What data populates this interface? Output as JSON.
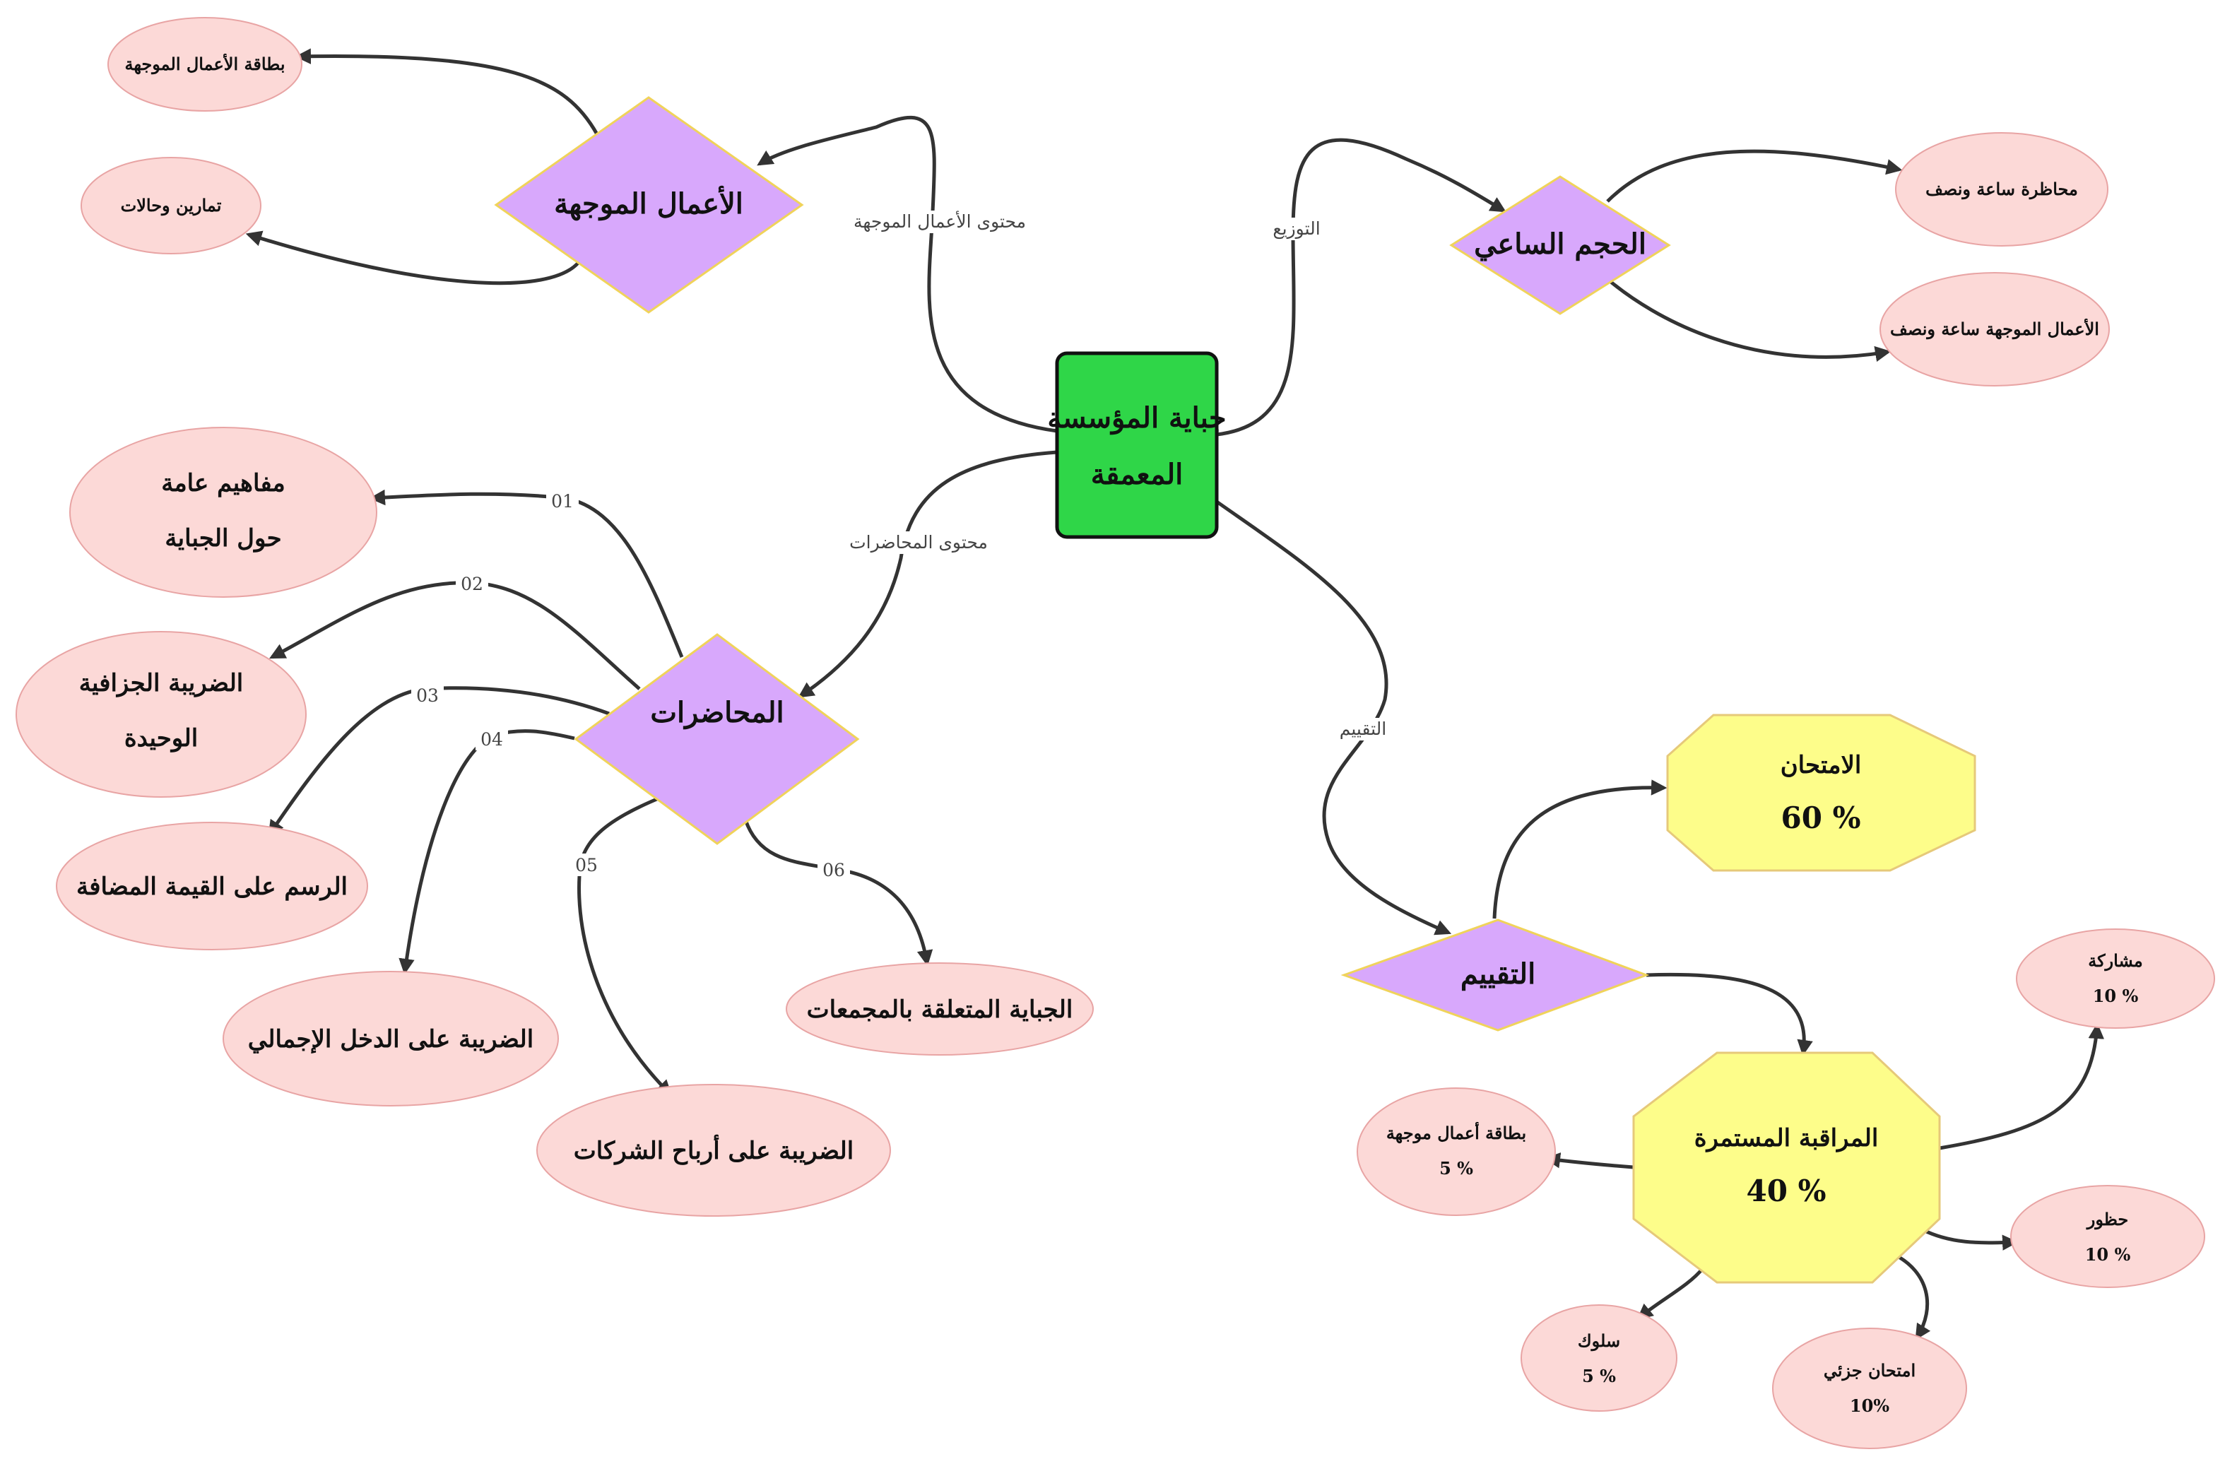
{
  "colors": {
    "root_fill": "#2fd648",
    "diamond_fill": "#d8a8fc",
    "diamond_stroke": "#f0d35a",
    "ellipse_fill": "#fcd9d7",
    "ellipse_stroke": "#e8a4a4",
    "octagon_fill": "#fdfd8a",
    "octagon_stroke": "#e6c97a",
    "edge": "#333333"
  },
  "root": {
    "line1": "جباية المؤسسة",
    "line2": "المعمقة"
  },
  "hubs": {
    "guided": "الأعمال الموجهة",
    "volume": "الحجم الساعي",
    "lectures": "المحاضرات",
    "evaluation": "التقييم"
  },
  "edge_labels": {
    "guided": "محتوى الأعمال الموجهة",
    "volume": "التوزيع",
    "lectures": "محتوى المحاضرات",
    "evaluation": "التقييم"
  },
  "guided_items": [
    "بطاقة الأعمال الموجهة",
    "تمارين وحالات"
  ],
  "volume_items": [
    "محاظرة ساعة ونصف",
    "الأعمال الموجهة  ساعة ونصف"
  ],
  "lectures": [
    {
      "num": "01",
      "line1": "مفاهيم عامة",
      "line2": "حول الجباية"
    },
    {
      "num": "02",
      "line1": "الضريبة الجزافية",
      "line2": "الوحيدة"
    },
    {
      "num": "03",
      "line1": "الرسم على القيمة المضافة",
      "line2": ""
    },
    {
      "num": "04",
      "line1": "الضريبة على الدخل الإجمالي",
      "line2": ""
    },
    {
      "num": "05",
      "line1": "الضريبة على أرباح الشركات",
      "line2": ""
    },
    {
      "num": "06",
      "line1": "الجباية المتعلقة بالمجمعات",
      "line2": ""
    }
  ],
  "exam": {
    "title": "الامتحان",
    "percent": "60 %"
  },
  "continuous": {
    "title": "المراقبة المستمرة",
    "percent": "40 %",
    "items": [
      {
        "label": "مشاركة",
        "percent": "10 %"
      },
      {
        "label": "بطاقة أعمال موجهة",
        "percent": "5 %"
      },
      {
        "label": "حظور",
        "percent": "10 %"
      },
      {
        "label": "سلوك",
        "percent": "5 %"
      },
      {
        "label": "امتحان جزئي",
        "percent": "10%"
      }
    ]
  }
}
